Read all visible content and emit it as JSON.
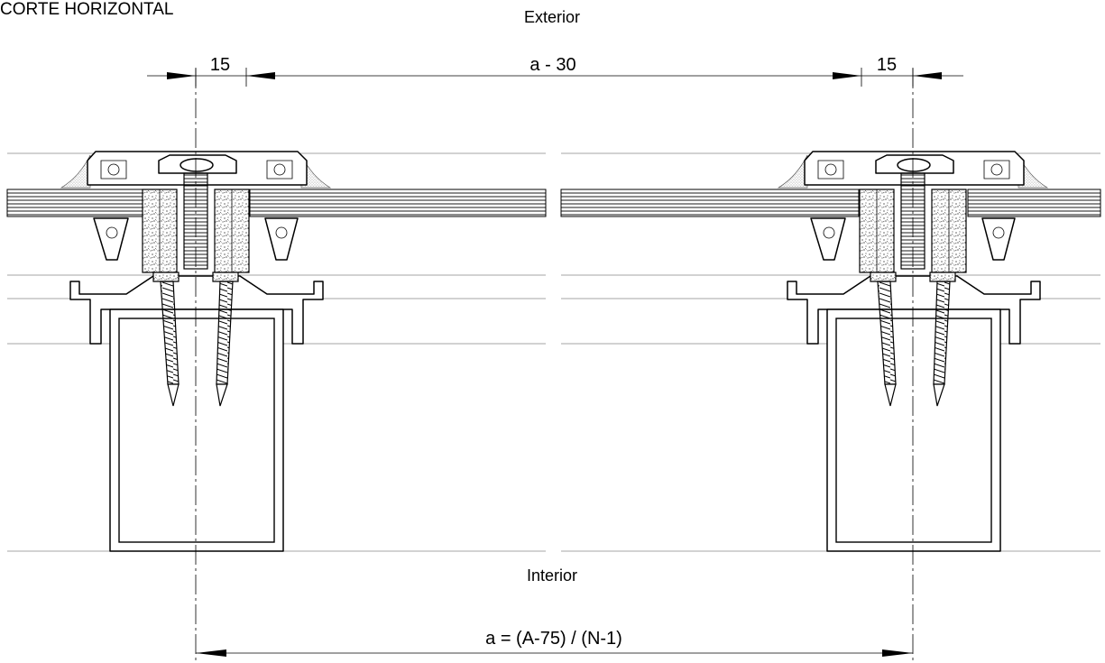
{
  "title": "CORTE HORIZONTAL",
  "labels": {
    "exterior": "Exterior",
    "interior": "Interior"
  },
  "dimensions": {
    "left_offset": "15",
    "right_offset": "15",
    "gap": "a - 30",
    "spacing_formula": "a = (A-75) / (N-1)"
  }
}
